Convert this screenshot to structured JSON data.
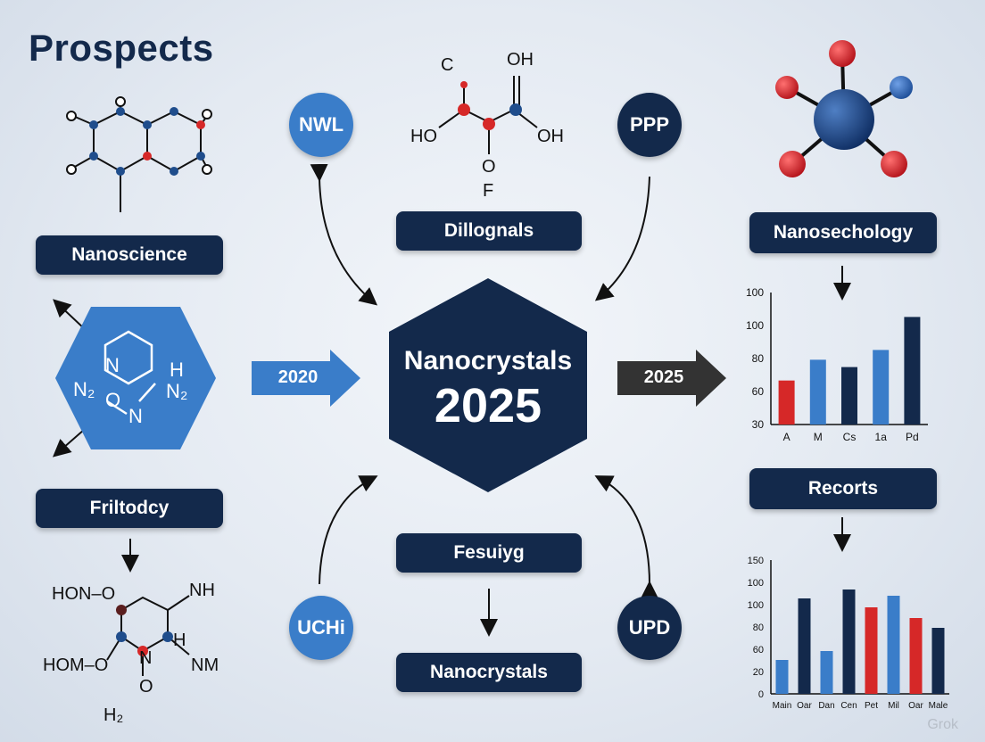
{
  "title": "Prospects",
  "center": {
    "line1": "Nanocrystals",
    "line2": "2025"
  },
  "arrows": {
    "left": "2020",
    "right": "2025"
  },
  "circles": {
    "top_left": "NWL",
    "top_right": "PPP",
    "bottom_left": "UCHi",
    "bottom_right": "UPD"
  },
  "labels": {
    "nanoscience": "Nanoscience",
    "friltodcy": "Friltodcy",
    "dillognals": "Dillognals",
    "fesuiyg": "Fesuiyg",
    "nanocrystals": "Nanocrystals",
    "nanosechology": "Nanosechology",
    "recorts": "Recorts"
  },
  "molecules": {
    "top_center": {
      "c": "C",
      "oh_top": "OH",
      "ho": "HO",
      "oh_right": "OH",
      "o": "O",
      "f": "F"
    },
    "hexagon": {
      "n1": "N",
      "h": "H",
      "n2_right": "N₂",
      "n2_left": "N₂",
      "o": "O",
      "n3": "N"
    },
    "bottom_left": {
      "hon": "HON–O",
      "nh": "NH",
      "hom": "HOM–O",
      "h": "H",
      "n": "N",
      "nm": "NM",
      "o": "O",
      "h2": "H₂"
    }
  },
  "colors": {
    "navy": "#13294b",
    "blue": "#3a7dc9",
    "red": "#d62828"
  },
  "chart_data": [
    {
      "type": "bar",
      "categories": [
        "A",
        "M",
        "Cs",
        "1a",
        "Pd"
      ],
      "values": [
        56,
        73,
        67,
        81,
        108
      ],
      "colors": [
        "#d62828",
        "#3a7dc9",
        "#13294b",
        "#3a7dc9",
        "#13294b"
      ],
      "yticks": [
        "30",
        "60",
        "80",
        "100",
        "100"
      ],
      "ylim": [
        20,
        128
      ]
    },
    {
      "type": "bar",
      "categories": [
        "Main",
        "Oar",
        "Dan",
        "Cen",
        "Pet",
        "Mil",
        "Oar",
        "Male"
      ],
      "series": [
        {
          "values": [
            38,
            107,
            48,
            117,
            97,
            110,
            85,
            74
          ]
        }
      ],
      "colors": [
        "#3a7dc9",
        "#13294b",
        "#3a7dc9",
        "#13294b",
        "#d62828",
        "#3a7dc9",
        "#d62828",
        "#13294b"
      ],
      "yticks": [
        "0",
        "20",
        "60",
        "80",
        "100",
        "100",
        "150"
      ],
      "ylim": [
        0,
        150
      ]
    }
  ],
  "watermark": "Grok"
}
